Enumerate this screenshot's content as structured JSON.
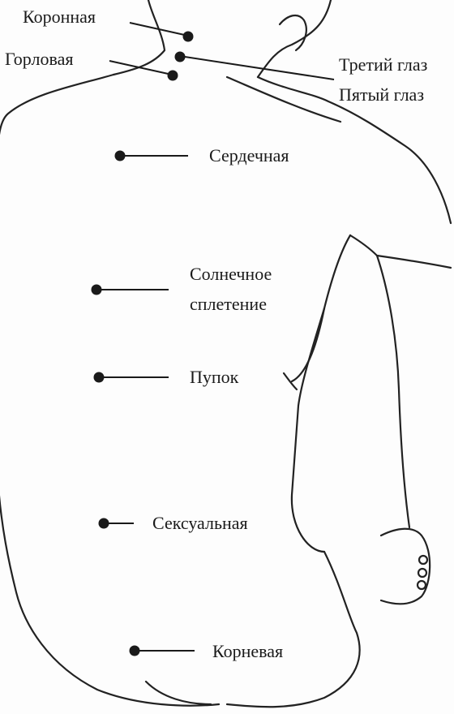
{
  "chakras": {
    "crown": {
      "label": "Коронная"
    },
    "throat": {
      "label": "Горловая"
    },
    "third_eye": {
      "label": "Третий глаз"
    },
    "fifth_eye": {
      "label": "Пятый глаз"
    },
    "heart": {
      "label": "Сердечная"
    },
    "solar_plexus": {
      "line1": "Солнечное",
      "line2": "сплетение"
    },
    "navel": {
      "label": "Пупок"
    },
    "sacral": {
      "label": "Сексуальная"
    },
    "root": {
      "label": "Корневая"
    }
  },
  "colors": {
    "ink": "#1a1a1a",
    "paper": "#fdfdfd"
  }
}
